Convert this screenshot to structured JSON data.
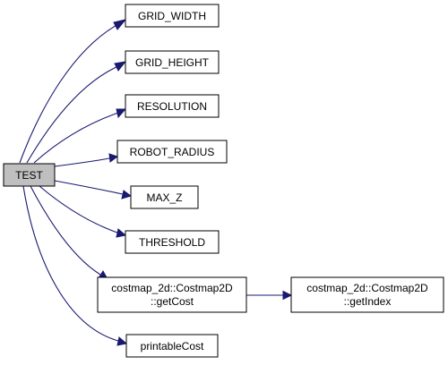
{
  "colors": {
    "edge": "#191970",
    "current_node_fill": "#bfbfbf",
    "node_fill": "#ffffff",
    "node_border": "#000000"
  },
  "nodes": {
    "test": {
      "lines": [
        "TEST"
      ]
    },
    "grid_width": {
      "lines": [
        "GRID_WIDTH"
      ]
    },
    "grid_height": {
      "lines": [
        "GRID_HEIGHT"
      ]
    },
    "resolution": {
      "lines": [
        "RESOLUTION"
      ]
    },
    "robot_radius": {
      "lines": [
        "ROBOT_RADIUS"
      ]
    },
    "max_z": {
      "lines": [
        "MAX_Z"
      ]
    },
    "threshold": {
      "lines": [
        "THRESHOLD"
      ]
    },
    "get_cost": {
      "lines": [
        "costmap_2d::Costmap2D",
        "::getCost"
      ]
    },
    "get_index": {
      "lines": [
        "costmap_2d::Costmap2D",
        "::getIndex"
      ]
    },
    "printable_cost": {
      "lines": [
        "printableCost"
      ]
    }
  }
}
